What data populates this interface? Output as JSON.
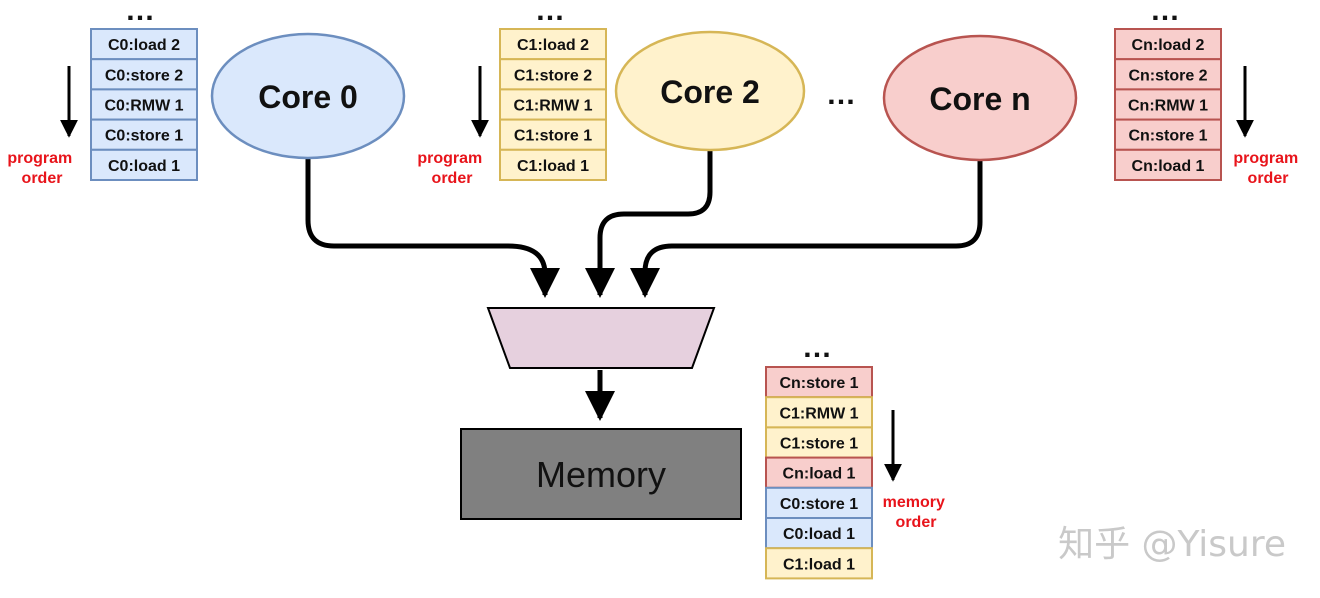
{
  "colors": {
    "core0_fill": "#dae8fc",
    "core0_stroke": "#6c8ebf",
    "core2_fill": "#fff2cc",
    "core2_stroke": "#d6b656",
    "coren_fill": "#f8cecc",
    "coren_stroke": "#b85450",
    "mux_fill": "#e6d0de",
    "memory_fill": "#808080",
    "order_label": "#e8141b",
    "arrow": "#000000"
  },
  "cores": {
    "core0": "Core 0",
    "core2": "Core 2",
    "coren": "Core n",
    "between_dots": "…"
  },
  "queues": {
    "c0": {
      "color": "blue",
      "ellipsis": "…",
      "items": [
        "C0:load 2",
        "C0:store 2",
        "C0:RMW 1",
        "C0:store 1",
        "C0:load 1"
      ],
      "order_label": [
        "program",
        "order"
      ]
    },
    "c1": {
      "color": "yellow",
      "ellipsis": "…",
      "items": [
        "C1:load 2",
        "C1:store 2",
        "C1:RMW 1",
        "C1:store 1",
        "C1:load 1"
      ],
      "order_label": [
        "program",
        "order"
      ]
    },
    "cn": {
      "color": "red",
      "ellipsis": "…",
      "items": [
        "Cn:load 2",
        "Cn:store 2",
        "Cn:RMW 1",
        "Cn:store 1",
        "Cn:load 1"
      ],
      "order_label": [
        "program",
        "order"
      ]
    },
    "memory": {
      "ellipsis": "…",
      "items": [
        {
          "text": "Cn:store 1",
          "color": "red"
        },
        {
          "text": "C1:RMW 1",
          "color": "yellow"
        },
        {
          "text": "C1:store 1",
          "color": "yellow"
        },
        {
          "text": "Cn:load 1",
          "color": "red"
        },
        {
          "text": "C0:store 1",
          "color": "blue"
        },
        {
          "text": "C0:load 1",
          "color": "blue"
        },
        {
          "text": "C1:load 1",
          "color": "yellow"
        }
      ],
      "order_label": [
        "memory",
        "order"
      ]
    }
  },
  "memory_label": "Memory",
  "watermark": "知乎 @Yisure"
}
